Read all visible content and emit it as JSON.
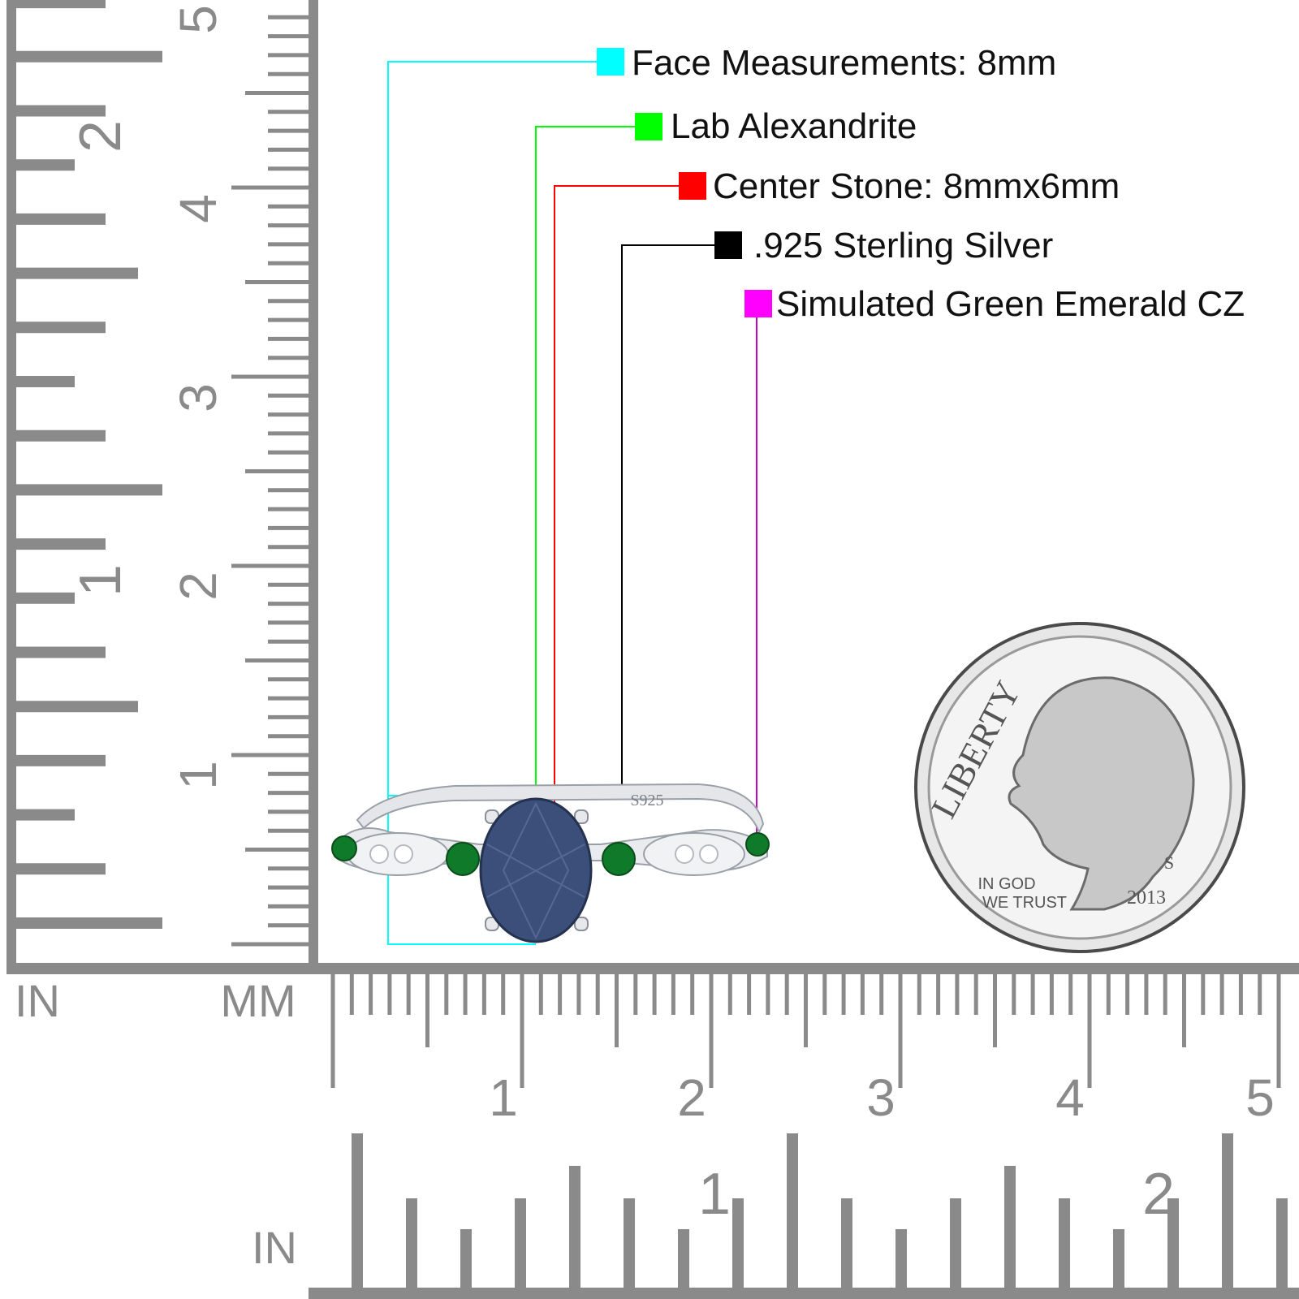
{
  "legend": [
    {
      "label": "Face Measurements: 8mm",
      "color": "#00ffff"
    },
    {
      "label": "Lab Alexandrite",
      "color": "#00ff00"
    },
    {
      "label": "Center Stone: 8mmx6mm",
      "color": "#ff0000"
    },
    {
      "label": ".925 Sterling Silver",
      "color": "#000000"
    },
    {
      "label": "Simulated Green Emerald CZ",
      "color": "#ff00ff"
    }
  ],
  "ruler": {
    "left_unit_in": "IN",
    "left_unit_mm": "MM",
    "bottom_unit_in": "IN",
    "vertical_mm_labels": [
      "1",
      "2",
      "3",
      "4",
      "5"
    ],
    "vertical_in_labels": [
      "1",
      "2"
    ],
    "horizontal_mm_labels": [
      "1",
      "2",
      "3",
      "4",
      "5"
    ],
    "horizontal_in_labels": [
      "1",
      "2"
    ],
    "color": "#8a8a8a"
  },
  "ring": {
    "stamp": "S925",
    "metal_color": "#d9dce0",
    "center_stone_color": "#3b4f7a",
    "side_stone_color": "#0f7a2a",
    "accent_stone_color": "#ffffff"
  },
  "coin": {
    "word": "LIBERTY",
    "motto_line1": "IN GOD",
    "motto_line2": "WE TRUST",
    "mint_mark": "S",
    "year": "2013"
  }
}
